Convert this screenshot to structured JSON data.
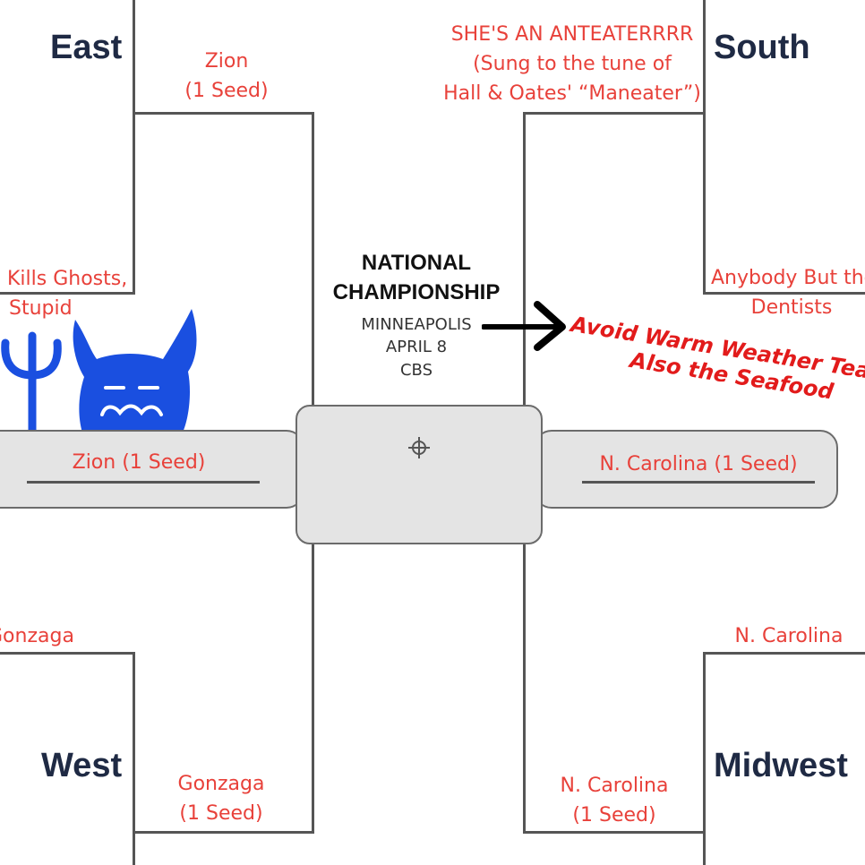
{
  "regions": {
    "east": "East",
    "south": "South",
    "west": "West",
    "midwest": "Midwest"
  },
  "picks": {
    "east_semi": [
      "Zion",
      "(1 Seed)"
    ],
    "east_side": [
      "Kills Ghosts,",
      "Stupid"
    ],
    "south_semi": [
      "SHE'S AN ANTEATERRRR",
      "(Sung to the tune of",
      "Hall & Oates' “Maneater”)"
    ],
    "south_side": [
      "Anybody But the",
      "Dentists"
    ],
    "west_side": "Gonzaga",
    "west_semi": [
      "Gonzaga",
      "(1 Seed)"
    ],
    "midwest_side": "N. Carolina",
    "midwest_semi": [
      "N. Carolina",
      "(1 Seed)"
    ]
  },
  "center": {
    "title_line1": "NATIONAL",
    "title_line2": "CHAMPIONSHIP",
    "city": "MINNEAPOLIS",
    "date": "APRIL 8",
    "network": "CBS"
  },
  "finalists": {
    "left": "Zion (1 Seed)",
    "right": "N. Carolina (1 Seed)"
  },
  "annotation": {
    "line1": "Avoid Warm Weather Teams...",
    "line2": "Also the Seafood"
  },
  "colors": {
    "pick_red": "#e8413a",
    "doodle_blue": "#1a4fe0",
    "region_navy": "#1f2a44"
  },
  "icons": {
    "arrow": "right-arrow-icon",
    "devil": "blue-devil-doodle",
    "crosshair": "crosshair-icon"
  }
}
